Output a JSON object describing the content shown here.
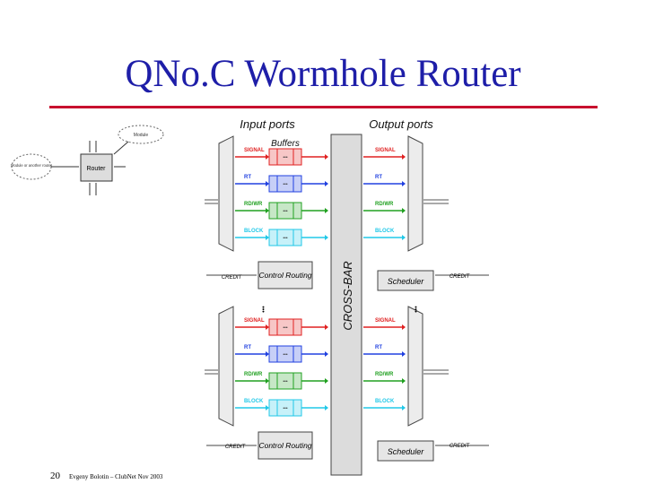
{
  "slide": {
    "title": "QNo.C Wormhole Router",
    "page_number": "20",
    "footer": "Evgeny Bolotin – ClubNet Nov 2003"
  },
  "context_diagram": {
    "module_label": "Module",
    "neighbor_label": "Module or another router",
    "router_label": "Router"
  },
  "router": {
    "input_ports_label": "Input ports",
    "output_ports_label": "Output ports",
    "buffers_label": "Buffers",
    "crossbar_label": "CROSS-BAR",
    "credit_label": "CREDIT",
    "control_routing_label": "Control Routing",
    "scheduler_label": "Scheduler",
    "ellipsis": "•••",
    "channels": [
      {
        "name": "SIGNAL",
        "color": "#e02020"
      },
      {
        "name": "RT",
        "color": "#2040e0"
      },
      {
        "name": "RD/WR",
        "color": "#20a020"
      },
      {
        "name": "BLOCK",
        "color": "#20c8e8"
      }
    ]
  }
}
